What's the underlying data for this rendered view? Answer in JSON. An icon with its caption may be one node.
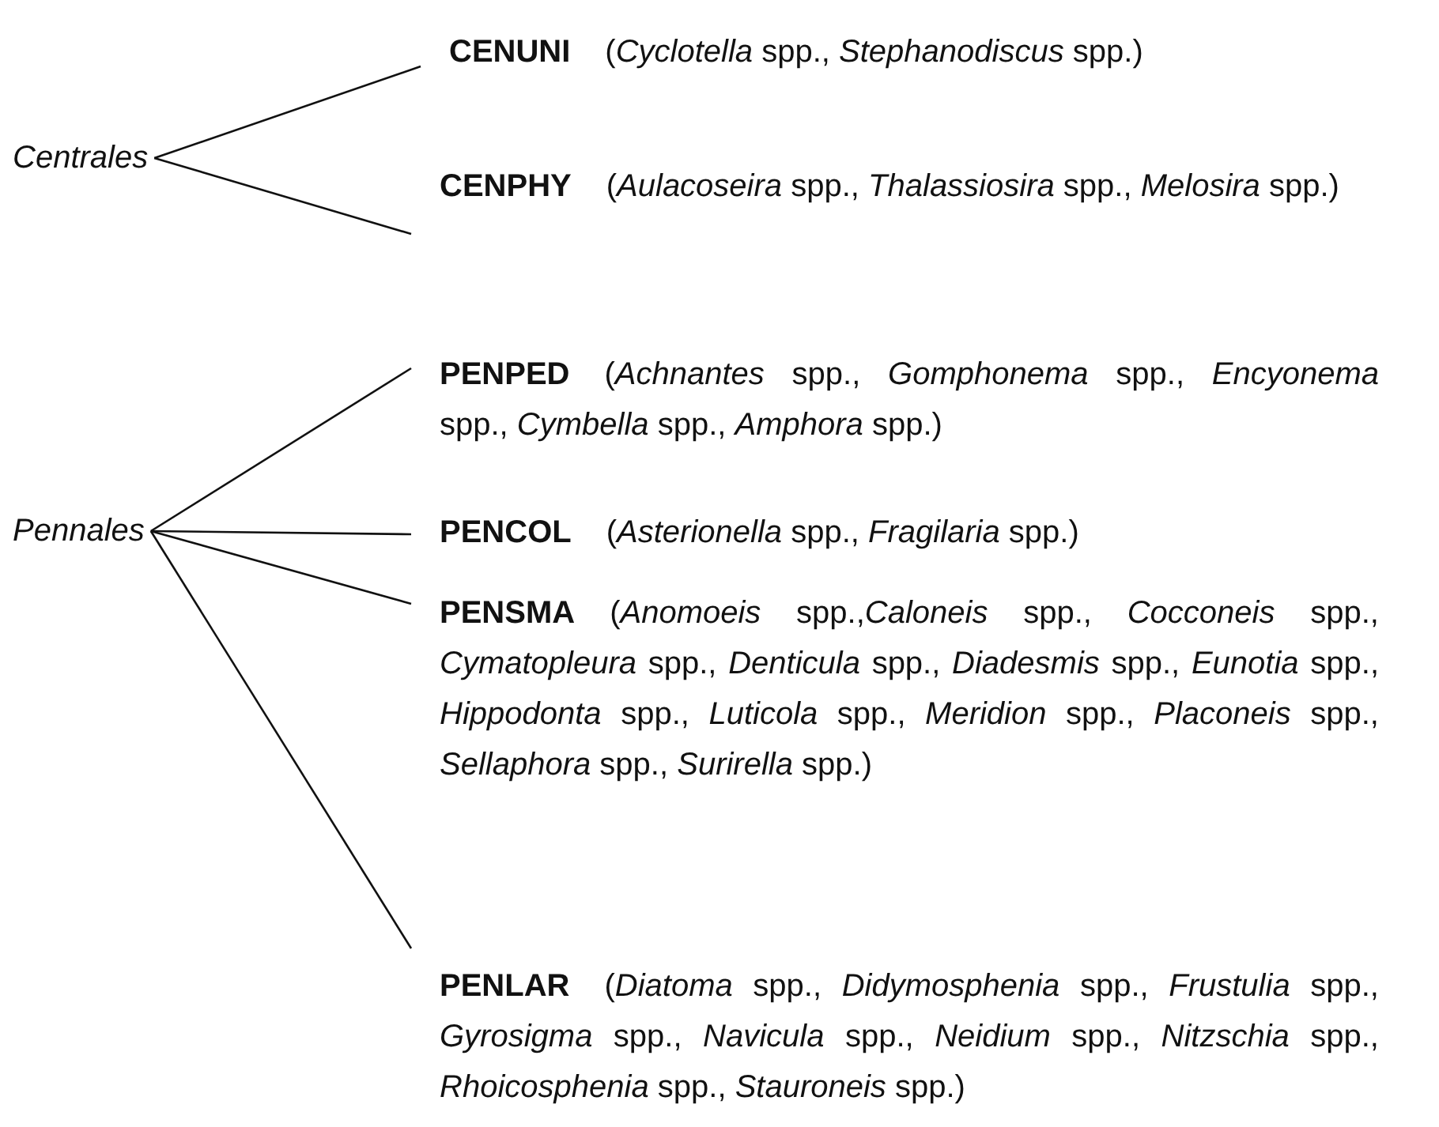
{
  "diagram": {
    "nodes": [
      {
        "text": [
          "Centrales"
        ]
      },
      {
        "text": [
          "CENUNI",
          "(*Cyclotella* spp., *Stephanodiscus* spp.)"
        ]
      },
      {
        "text": [
          "CENPHY",
          "(*Aulacoseira* spp., *Thalassiosira* spp., *Melosira* spp.)"
        ]
      },
      {
        "text": [
          "Pennales"
        ]
      },
      {
        "text": [
          "PENPED",
          "(*Achnantes* spp., *Gomphonema* spp., *Encyonema* spp., *Cymbella* spp., *Amphora* spp.)"
        ]
      },
      {
        "text": [
          "PENCOL",
          "(*Asterionella* spp., *Fragilaria* spp.)"
        ]
      },
      {
        "text": [
          "PENSMA",
          "(*Anomoeis* spp.,*Caloneis* spp., *Cocconeis* spp., *Cymatopleura* spp., *Denticula* spp., *Diadesmis* spp., *Eunotia* spp., *Hippodonta* spp., *Luticola* spp., *Meridion* spp., *Placoneis* spp., *Sellaphora* spp., *Surirella* spp.)"
        ]
      },
      {
        "text": [
          "PENLAR",
          "(*Diatoma* spp., *Didymosphenia* spp., *Frustulia* spp., *Gyrosigma* spp., *Navicula* spp., *Neidium* spp., *Nitzschia* spp., *Rhoicosphenia* spp., *Stauroneis* spp.)"
        ]
      }
    ],
    "edges": [
      {
        "from": 0,
        "to": 1,
        "arrow": "none"
      },
      {
        "from": 0,
        "to": 2,
        "arrow": "none"
      },
      {
        "from": 3,
        "to": 4,
        "arrow": "none"
      },
      {
        "from": 3,
        "to": 5,
        "arrow": "none"
      },
      {
        "from": 3,
        "to": 6,
        "arrow": "none"
      },
      {
        "from": 3,
        "to": 7,
        "arrow": "none"
      }
    ]
  }
}
